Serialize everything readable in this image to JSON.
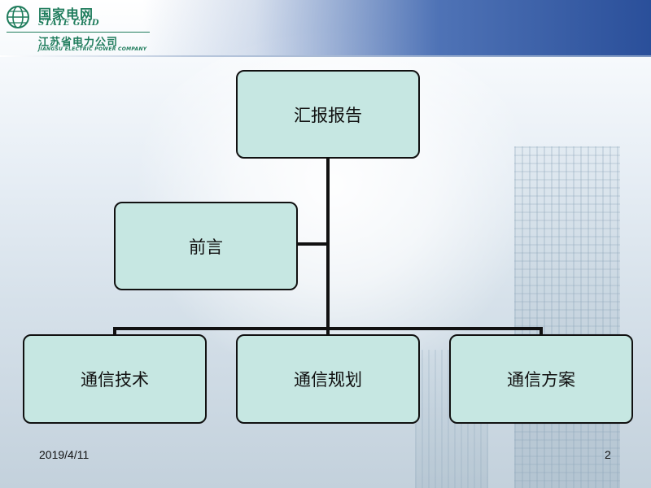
{
  "header": {
    "logo_cn": "国家电网",
    "logo_en": "STATE GRID",
    "company_cn": "江苏省电力公司",
    "company_en": "JIANGSU ELECTRIC POWER COMPANY",
    "logo_icon": "state-grid-globe-icon",
    "brand_color": "#1f7c5c",
    "band_color": "#2a4f9a"
  },
  "org_chart": {
    "root": "汇报报告",
    "assistant": "前言",
    "children": [
      "通信技术",
      "通信规划",
      "通信方案"
    ],
    "node_fill": "#c6e7e2",
    "node_border": "#111111"
  },
  "footer": {
    "date": "2019/4/11",
    "page_number": "2"
  }
}
